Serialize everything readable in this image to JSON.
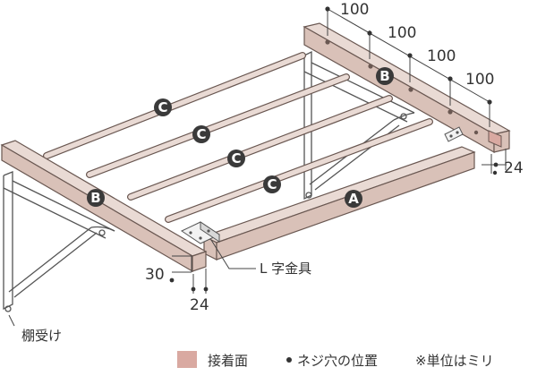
{
  "dimensions": {
    "spacing": [
      "100",
      "100",
      "100",
      "100"
    ],
    "right_depth": "24",
    "front_height": "30",
    "front_depth": "24"
  },
  "part_markers": {
    "rail_front": "A",
    "board_left": "B",
    "board_right": "B",
    "rod_1": "C",
    "rod_2": "C",
    "rod_3": "C",
    "rod_4": "C"
  },
  "labels": {
    "l_bracket": "L 字金具",
    "shelf_support": "棚受け"
  },
  "legend": {
    "glue_surface": "接着面",
    "screw_hole": "ネジ穴の位置",
    "unit_note": "※単位はミリ"
  },
  "colors": {
    "wood_top": "#e9dad4",
    "wood_side": "#d9c1b8",
    "wood_outline": "#6a5852",
    "glue": "#d9a9a1",
    "marker": "#3a3a3a",
    "dot": "#333333",
    "line": "#333333"
  }
}
